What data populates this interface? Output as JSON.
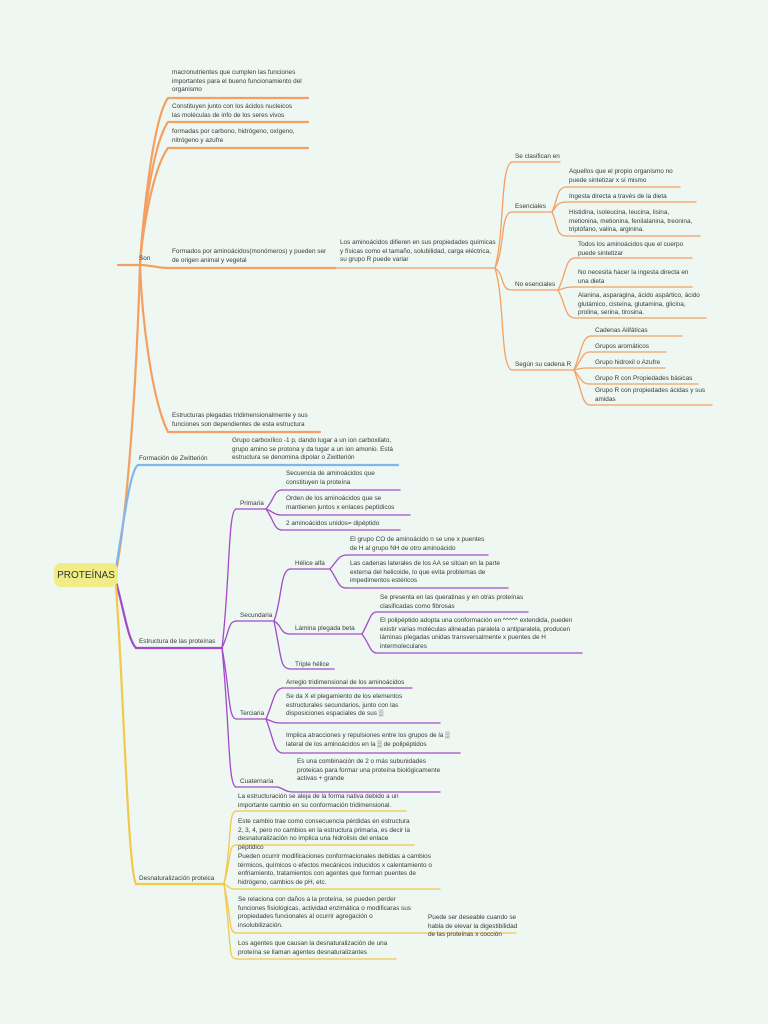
{
  "root": {
    "label": "PROTEÍNAS"
  },
  "colors": {
    "background": "#eef7f2",
    "root_fill": "#f1ed86",
    "son": "#f5a063",
    "zwitterion": "#7fb6ec",
    "estructura": "#a34bc7",
    "desnaturalizacion": "#f2c94c"
  },
  "son": {
    "label": "Son",
    "items": [
      "macronutrientes que cumplen las funciones importantes para el bueno funcionamiento del organismo",
      "Constituyen junto con los ácidos nucleicos las moléculas de info de los seres vivos",
      "formadas por carbono, hidrógeno, oxígeno, nitrógeno y azufre",
      "Formados por aminoácidos(monómeros) y pueden ser de origen animal y vegetal",
      "Estructuras plegadas tridimensionalmente y sus funciones son dependientes de esta estructura"
    ],
    "aminoacidos": {
      "text": "Los aminoácidos difieren en sus propiedades químicas y físicas como el tamaño, solubilidad, carga eléctrica, su grupo R puede variar",
      "clasifican": "Se clasifican en",
      "esenciales": {
        "label": "Esenciales",
        "items": [
          "Aquellos que el propio organismo no puede sintetizar x sí mismo",
          "Ingesta directa a través de la dieta",
          "Histidina, isoleucina, leucina, lisina, metionina, metionina, fenilalanina, treonina, triptófano, valina, arginina."
        ]
      },
      "no_esenciales": {
        "label": "No esenciales",
        "items": [
          "Todos los aminoácidos que el cuerpo puede sintetizar",
          "No necesita hacer la ingesta directa en una dieta",
          "Alanina, asparagina, ácido aspártico, ácido glutámico, cisteína, glutamina, glicina, prolina, serina, tirosina."
        ]
      },
      "cadena_r": {
        "label": "Según su cadena R",
        "items": [
          "Cadenas Alifáticas",
          "Grupos aromáticos",
          "Grupo hidroxil o Azufre",
          "Grupo R con Propiedades básicas",
          "Grupo R con propiedades ácidas y sus amidas"
        ]
      }
    }
  },
  "zwitterion": {
    "label": "Formación de Zwitterión",
    "text": "Grupo carboxílico -1 p, dando lugar a un ion carboxilato, grupo amino se protona y da lugar a un ion amonio. Está estructura se denomina dipolar o Zwitterión"
  },
  "estructura": {
    "label": "Estructura de las proteínas",
    "primaria": {
      "label": "Primaria",
      "items": [
        "Secuencia de aminoácidos que constituyen la proteína",
        "Orden de los aminoácidos que se mantienen juntos x enlaces peptídicos",
        "2 aminoácidos unidos= dipéptido"
      ]
    },
    "secundaria": {
      "label": "Secundaria",
      "helice": {
        "label": "Hélice alfa",
        "items": [
          "El grupo CO de aminoácido n se une x puentes de H al grupo NH de otro aminoácido",
          "Las cadenas laterales de los AA se sitúan en la parte externa del helicoide, lo que evita problemas de impedimentos estéricos"
        ]
      },
      "lamina": {
        "label": "Lámina plegada beta",
        "items": [
          "Se presenta en las queratinas y en otras proteínas clasificadas como fibrosas",
          "El polipéptido adopta una conformación en ^^^^^ extendida, pueden existir varias moléculas alineadas paralela o antiparalela, producen láminas plegadas unidas transversalmente x puentes de H intermoleculares"
        ]
      },
      "triple": "Triple hélice"
    },
    "terciaria": {
      "label": "Terciaria",
      "items": [
        "Arreglo tridimensional de los aminoácidos",
        "Se da X el plegamiento de los elementos estructurales secundarios, junto con las disposiciones espaciales de sus ▒",
        "Implica atracciones y repulsiones entre los grupos de la ▒ lateral de los aminoácidos en la ▒ de polipéptidos"
      ]
    },
    "cuaternaria": {
      "label": "Cuaternaria",
      "text": "Es una combinación de 2 o más subunidades proteicas para formar una proteína biológicamente activas + grande"
    }
  },
  "desnaturalizacion": {
    "label": "Desnaturalización proteica",
    "items": [
      "La estructuración se aleja de la forma nativa debido a un importante cambio en su conformación tridimensional.",
      "Este cambio trae como consecuencia pérdidas en estructura 2, 3, 4, pero no cambios en la estructura primaria, es decir la desnaturalización no implica una hidrolisis del enlace péptidico",
      "Pueden ocurrir modificaciones conformacionales debidas a cambios térmicos, químicos o efectos mecánicos inducidos x calentamiento o enfriamiento, tratamientos con agentes que forman puentes de hidrógeno, cambios de pH, etc.",
      "Se relaciona con daños a la proteína, se pueden perder funciones fisiológicas, actividad enzimática o modificaras sus propiedades funcionales al ocurrir agregación o insolubilización.",
      "Los agentes que causan la desnaturalización de una proteína se llaman agentes desnaturalizantes"
    ],
    "digestibilidad": "Puede ser deseable cuando se habla de elevar la digestibilidad de las proteínas x cocción"
  }
}
